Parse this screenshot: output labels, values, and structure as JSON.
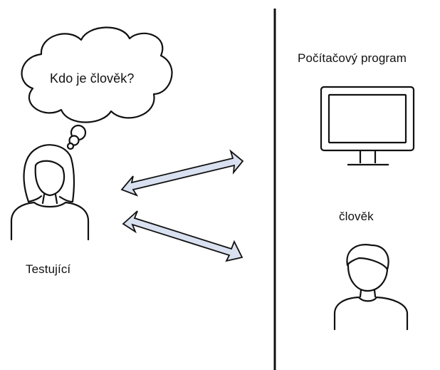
{
  "diagram": {
    "thought_text": "Kdo je člověk?",
    "tester_label": "Testující",
    "computer_label": "Počítačový program",
    "human_label": "člověk",
    "colors": {
      "stroke": "#111111",
      "arrow_fill": "#d9e1f0",
      "background": "#ffffff"
    },
    "icons": [
      "thought-cloud-icon",
      "woman-icon",
      "monitor-icon",
      "man-icon",
      "double-arrow-icon"
    ]
  }
}
